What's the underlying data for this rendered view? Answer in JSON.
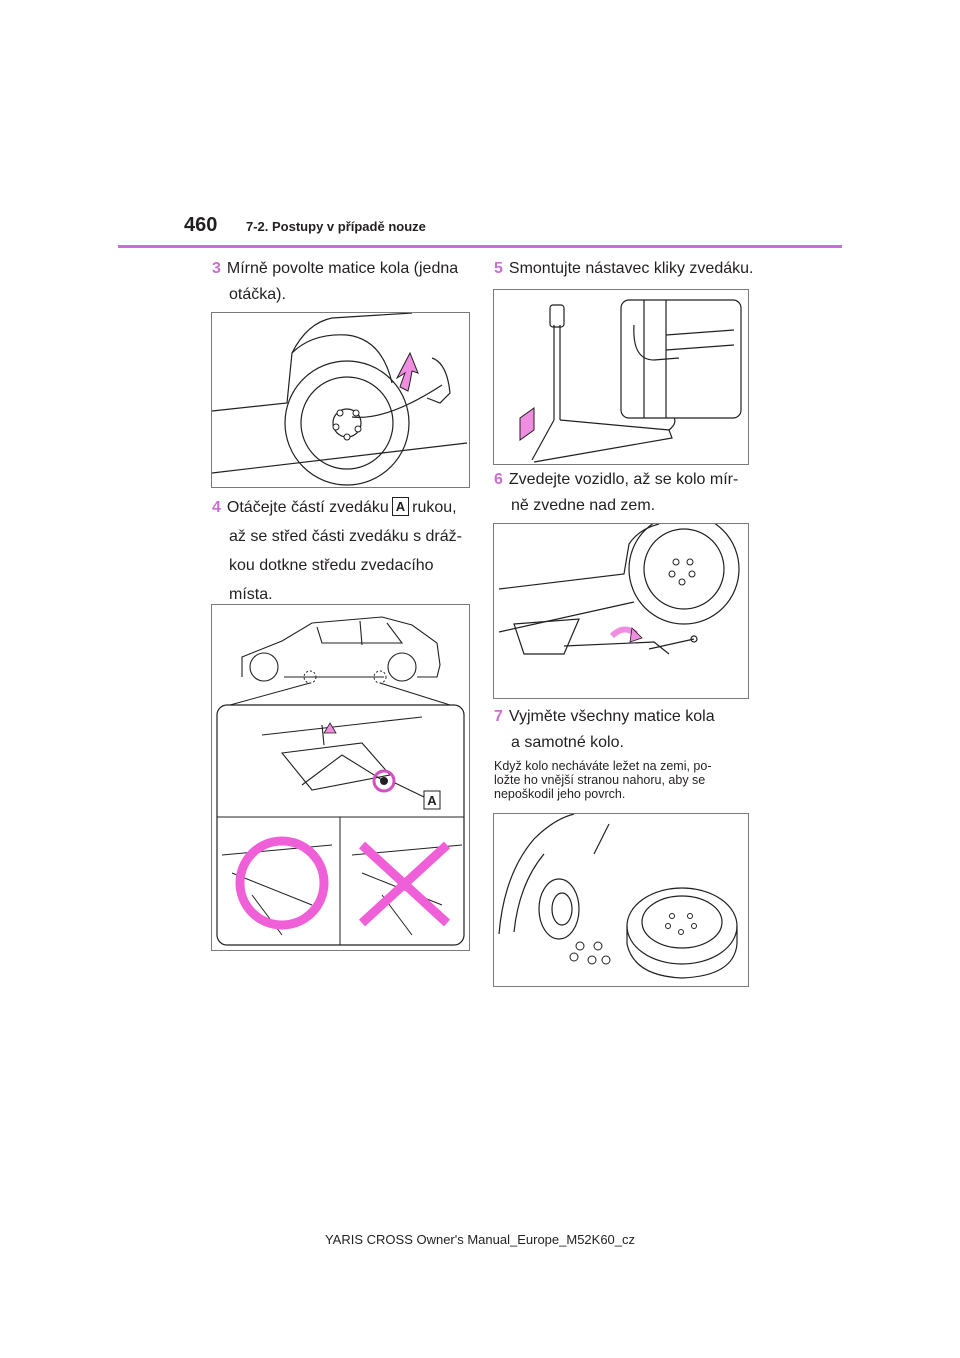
{
  "header": {
    "page_number": "460",
    "section": "7-2. Postupy v případě nouze",
    "accent_color": "#c96fd2"
  },
  "left_column": {
    "step3": {
      "num": "3",
      "line1": "Mírně povolte matice kola (jedna",
      "line2": "otáčka)."
    },
    "step4": {
      "num": "4",
      "line1_before": "Otáčejte částí zvedáku",
      "badge": "A",
      "line1_after": "rukou,",
      "line2": "až se střed části zvedáku s dráž-",
      "line3": "kou dotkne středu zvedacího",
      "line4": "místa."
    },
    "jack_figure_label": "A"
  },
  "right_column": {
    "step5": {
      "num": "5",
      "line1": "Smontujte nástavec kliky zvedáku."
    },
    "step6": {
      "num": "6",
      "line1": "Zvedejte vozidlo, až se kolo mír-",
      "line2": "ně zvedne nad zem."
    },
    "step7": {
      "num": "7",
      "line1": "Vyjměte všechny matice kola",
      "line2": "a samotné kolo."
    },
    "note": {
      "line1": "Když kolo necháváte ležet na zemi, po-",
      "line2": "ložte ho vnější stranou nahoru, aby se",
      "line3": "nepoškodil jeho povrch."
    }
  },
  "footer": {
    "text": "YARIS CROSS Owner's Manual_Europe_M52K60_cz"
  }
}
